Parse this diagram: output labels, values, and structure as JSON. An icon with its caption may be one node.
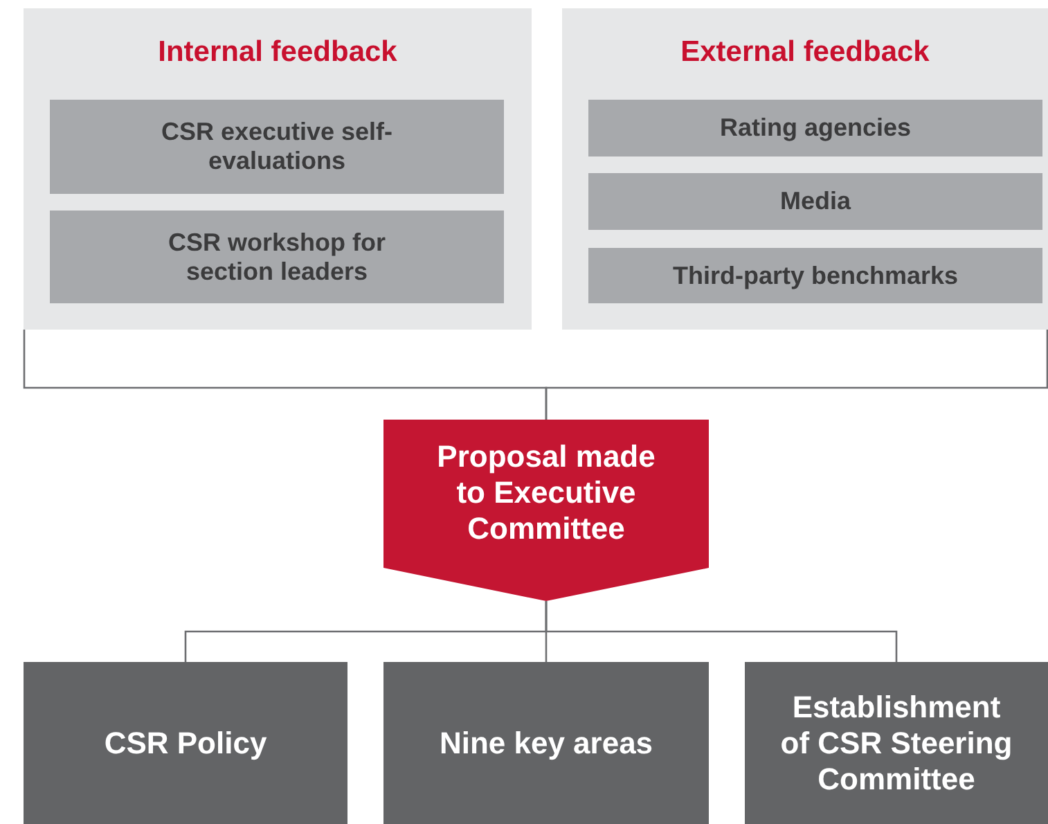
{
  "diagram": {
    "nodes": [
      {
        "text": [
          "Internal feedback"
        ]
      },
      {
        "text": [
          "CSR executive self-evaluations"
        ],
        "in": 0
      },
      {
        "text": [
          "CSR workshop for section leaders"
        ],
        "in": 0
      },
      {
        "text": [
          "External feedback"
        ]
      },
      {
        "text": [
          "Rating agencies"
        ],
        "in": 3
      },
      {
        "text": [
          "Media"
        ],
        "in": 3
      },
      {
        "text": [
          "Third-party benchmarks"
        ],
        "in": 3
      },
      {
        "text": [
          "Proposal made to Executive Committee"
        ]
      },
      {
        "text": [
          "CSR Policy"
        ]
      },
      {
        "text": [
          "Nine key areas"
        ]
      },
      {
        "text": [
          "Establishment of CSR Steering Committee"
        ]
      }
    ],
    "edges": [
      {
        "from": 0,
        "to": 7,
        "arrow": "none"
      },
      {
        "from": 3,
        "to": 7,
        "arrow": "none"
      },
      {
        "from": 7,
        "to": 8,
        "arrow": "none"
      },
      {
        "from": 7,
        "to": 9,
        "arrow": "none"
      },
      {
        "from": 7,
        "to": 10,
        "arrow": "none"
      }
    ]
  }
}
